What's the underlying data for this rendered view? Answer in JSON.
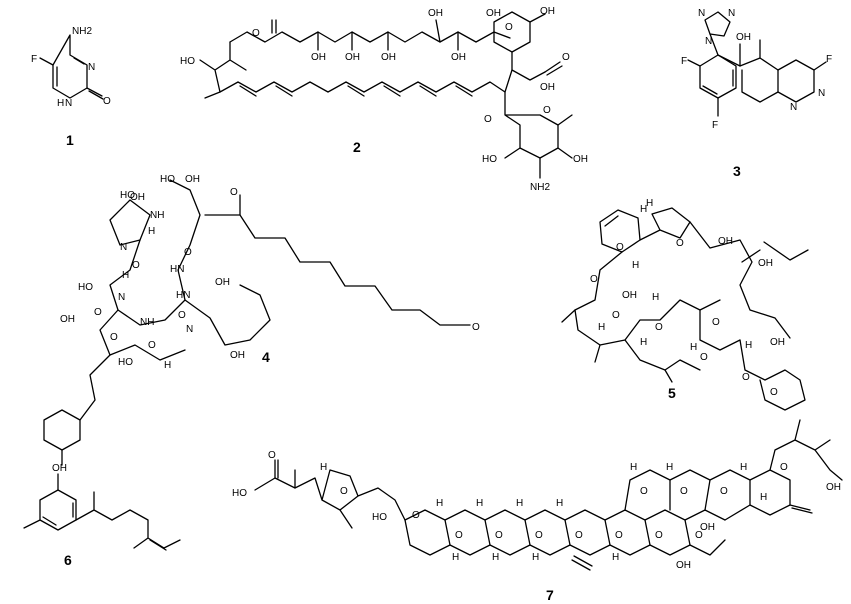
{
  "compounds": [
    {
      "id": "1",
      "label": "1",
      "atoms": [
        "NH2",
        "F",
        "N",
        "N",
        "H",
        "O"
      ]
    },
    {
      "id": "2",
      "label": "2",
      "atoms": [
        "O",
        "OH",
        "OH",
        "OH",
        "OH",
        "OH",
        "OH",
        "O",
        "OH",
        "O",
        "OH",
        "HO",
        "O",
        "O",
        "HO",
        "OH",
        "NH2"
      ]
    },
    {
      "id": "3",
      "label": "3",
      "atoms": [
        "N",
        "N",
        "N",
        "OH",
        "F",
        "F",
        "N",
        "N",
        "F"
      ]
    },
    {
      "id": "4",
      "label": "4",
      "atoms": [
        "HO",
        "OH",
        "HO",
        "NH",
        "OH",
        "N",
        "H",
        "O",
        "HN",
        "O",
        "O",
        "HO",
        "H",
        "N",
        "HN",
        "O",
        "O",
        "OH",
        "OH",
        "N",
        "NH",
        "O",
        "HO",
        "O",
        "H",
        "OH",
        "O"
      ]
    },
    {
      "id": "5",
      "label": "5",
      "atoms": [
        "H",
        "O",
        "O",
        "H",
        "OH",
        "OH",
        "O",
        "H",
        "OH",
        "H",
        "H",
        "O",
        "O",
        "H",
        "O",
        "H",
        "O",
        "OH",
        "O",
        "H",
        "O"
      ]
    },
    {
      "id": "6",
      "label": "6",
      "atoms": [
        "OH"
      ]
    },
    {
      "id": "7",
      "label": "7",
      "atoms": [
        "HO",
        "O",
        "H",
        "O",
        "HO",
        "O",
        "H",
        "H",
        "H",
        "H",
        "O",
        "O",
        "O",
        "O",
        "H",
        "H",
        "H",
        "H",
        "O",
        "O",
        "O",
        "OH",
        "O",
        "H",
        "H",
        "O",
        "O",
        "H",
        "OH",
        "O",
        "H",
        "OH"
      ]
    }
  ]
}
